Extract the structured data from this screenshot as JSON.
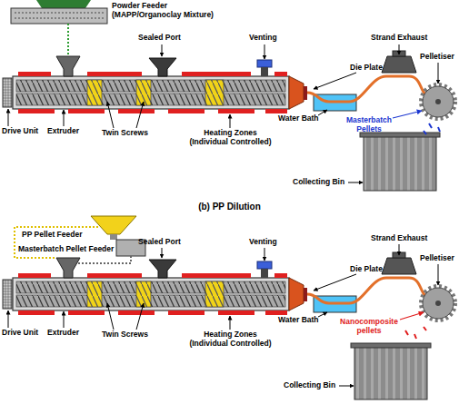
{
  "diagram": {
    "labels": [
      "Powder Feeder (MAPP/Organoclay Mixture)",
      "Sealed Port",
      "Venting",
      "Die Plate",
      "Strand Exhaust",
      "Pelletiser",
      "Water Bath",
      "Masterbatch Pellets",
      "Drive Unit",
      "Extruder",
      "Twin Screws",
      "Heating Zones (Individual Controlled)",
      "Collecting Bin",
      "(b) PP Dilution",
      "PP Pellet Feeder",
      "Masterbatch Pellet Feeder",
      "Sealed Port",
      "Venting",
      "Die Plate",
      "Strand Exhaust",
      "Pelletiser",
      "Water Bath",
      "Nanocomposite pellets",
      "Drive Unit",
      "Extruder",
      "Twin Screws",
      "Heating Zones (Individual Controlled)",
      "Collecting Bin"
    ]
  }
}
